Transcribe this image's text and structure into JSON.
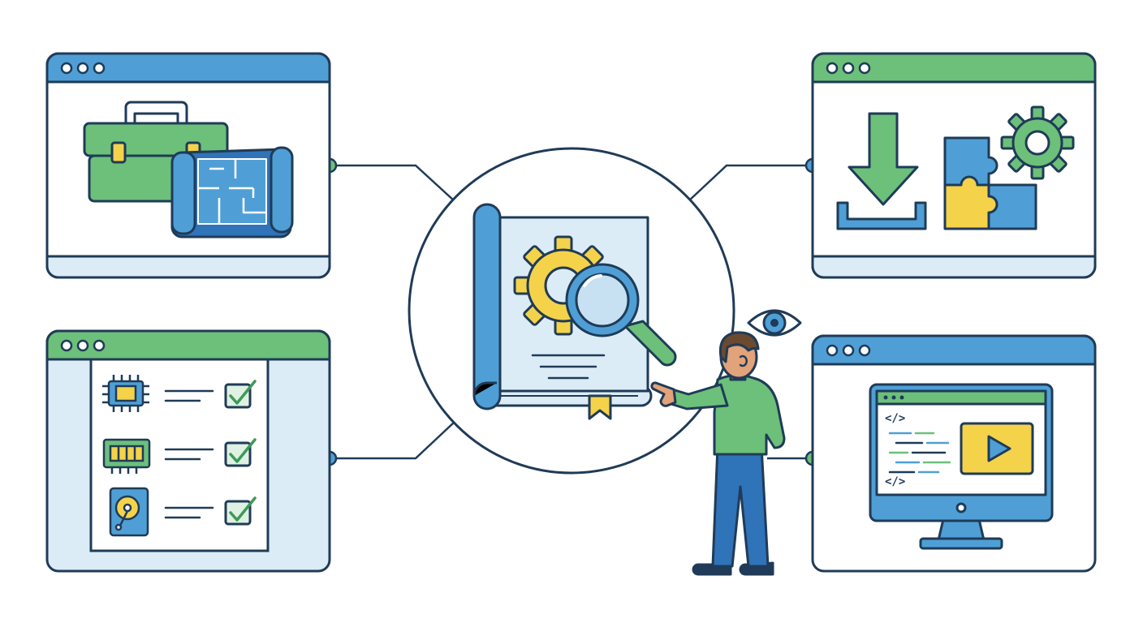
{
  "colors": {
    "outline": "#1f3b57",
    "blue": "#4f9fd6",
    "blue_dark": "#2f73b9",
    "blue_light": "#dcecf7",
    "green": "#6cc07a",
    "green_dark": "#3d9a58",
    "green_light": "#dff1e2",
    "yellow": "#f4d24a",
    "skin": "#e2a27a",
    "hair": "#6b4a2f",
    "white": "#ffffff"
  },
  "panels": [
    {
      "id": "toolkit-blueprint",
      "header_color": "blue",
      "icons": [
        "toolbox-icon",
        "blueprint-icon"
      ]
    },
    {
      "id": "install-plugins",
      "header_color": "green",
      "icons": [
        "download-icon",
        "puzzle-icon",
        "gear-icon"
      ]
    },
    {
      "id": "hardware-checklist",
      "header_color": "green",
      "icons": [
        "cpu-icon",
        "ram-icon",
        "hard-drive-icon",
        "checkbox-icon"
      ]
    },
    {
      "id": "code-video-monitor",
      "header_color": "blue",
      "icons": [
        "monitor-icon",
        "code-icon",
        "play-icon"
      ]
    }
  ],
  "code_snippet": {
    "tag_open": "</>",
    "tag_close": "</>"
  },
  "center": {
    "icons": [
      "manual-book-icon",
      "gear-icon",
      "magnifier-icon",
      "bookmark-ribbon-icon"
    ]
  },
  "person": {
    "icons": [
      "eye-icon"
    ],
    "shirt_color": "green",
    "pants_color": "blue_dark"
  }
}
